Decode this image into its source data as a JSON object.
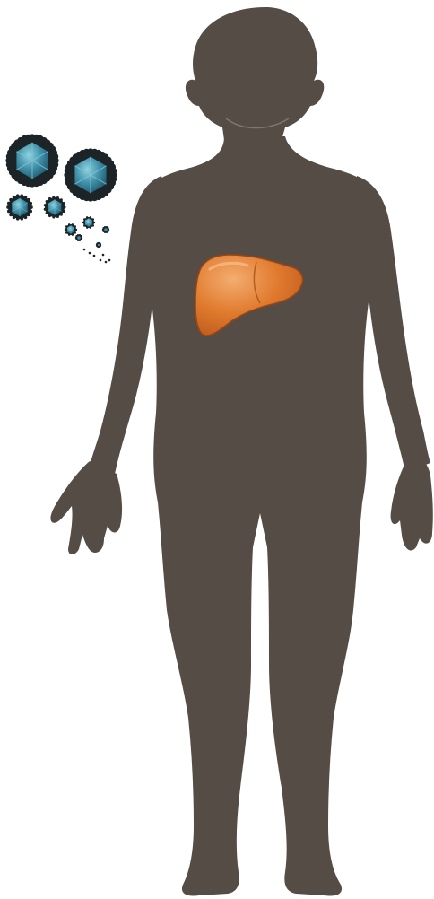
{
  "figure": {
    "elements": {
      "body": "human-silhouette",
      "organ": "liver",
      "pathogen": "virus-particles"
    },
    "colors": {
      "background": "#ffffff",
      "silhouette": "#544c45",
      "silhouette_edge": "#6b625b",
      "liver_light": "#f0a060",
      "liver_mid": "#e07a2e",
      "liver_dark": "#b8561a",
      "virus_shell": "#1c2428",
      "virus_face_light": "#7fc6d6",
      "virus_face_mid": "#3f8fa8",
      "virus_face_dark": "#1f5a70"
    },
    "icons": {
      "human": "human-silhouette-icon",
      "liver": "liver-icon",
      "virus": "virus-icon"
    }
  }
}
